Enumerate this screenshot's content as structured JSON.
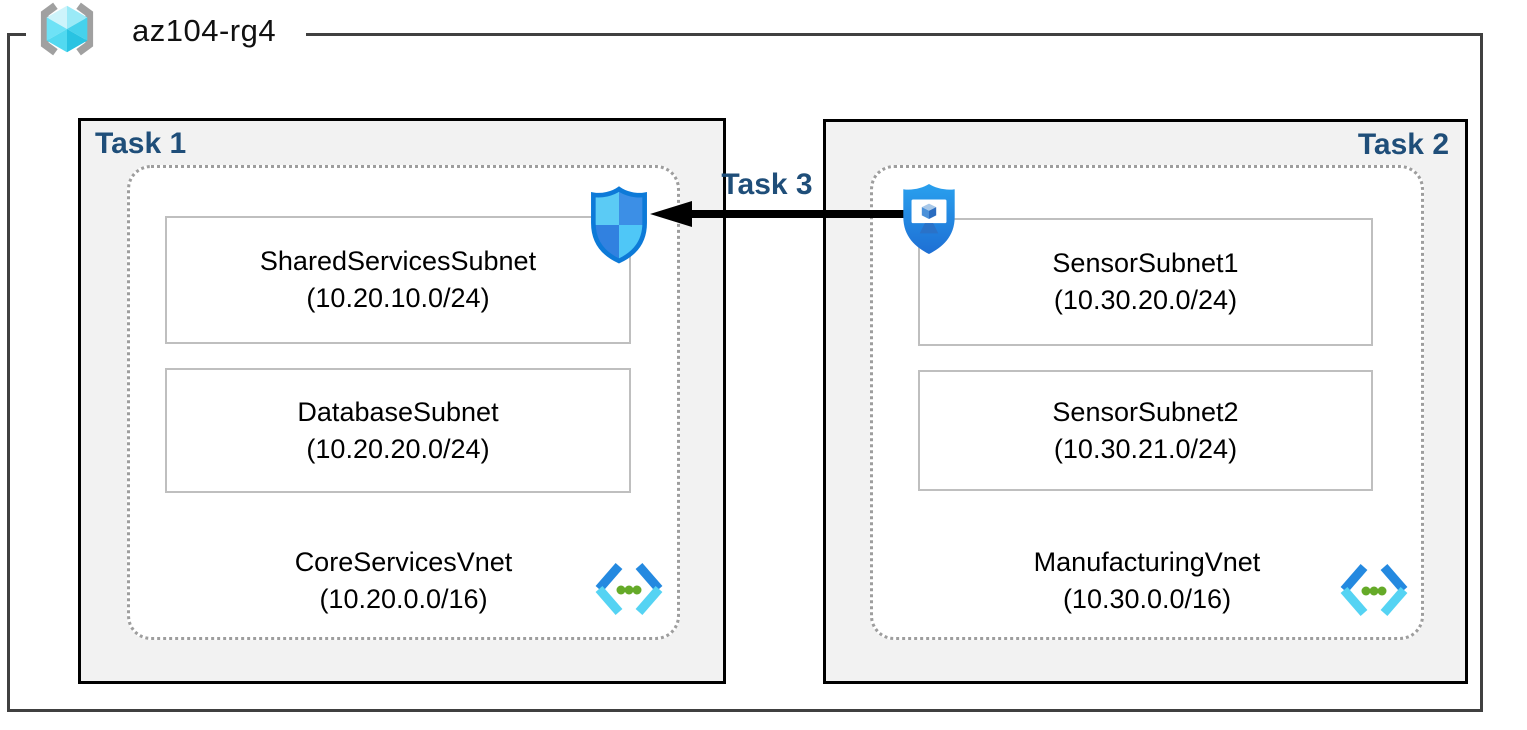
{
  "header": {
    "resource_group": "az104-rg4"
  },
  "colors": {
    "task_label": "#1f4e79",
    "task_box_fill": "#f2f2f2",
    "task_box_border": "#000000",
    "rg_border": "#404040",
    "dotted_border": "#9e9e9e",
    "subnet_border": "#bfbfbf",
    "arrow": "#000000",
    "icon_blue": "#1d8fe6",
    "icon_light_blue": "#50d0f2",
    "icon_green_dot": "#65aa28"
  },
  "task1": {
    "label": "Task 1",
    "subnets": [
      {
        "name": "SharedServicesSubnet",
        "cidr": "(10.20.10.0/24)"
      },
      {
        "name": "DatabaseSubnet",
        "cidr": "(10.20.20.0/24)"
      }
    ],
    "vnet": {
      "name": "CoreServicesVnet",
      "cidr": "(10.20.0.0/16)"
    }
  },
  "task2": {
    "label": "Task 2",
    "subnets": [
      {
        "name": "SensorSubnet1",
        "cidr": "(10.30.20.0/24)"
      },
      {
        "name": "SensorSubnet2",
        "cidr": "(10.30.21.0/24)"
      }
    ],
    "vnet": {
      "name": "ManufacturingVnet",
      "cidr": "(10.30.0.0/16)"
    }
  },
  "task3": {
    "label": "Task 3"
  },
  "icons": {
    "resource_group": "resource-group-icon",
    "task1_shield": "network-security-group-icon",
    "task2_shield": "bastion-monitor-shield-icon",
    "vnet": "virtual-network-icon"
  }
}
